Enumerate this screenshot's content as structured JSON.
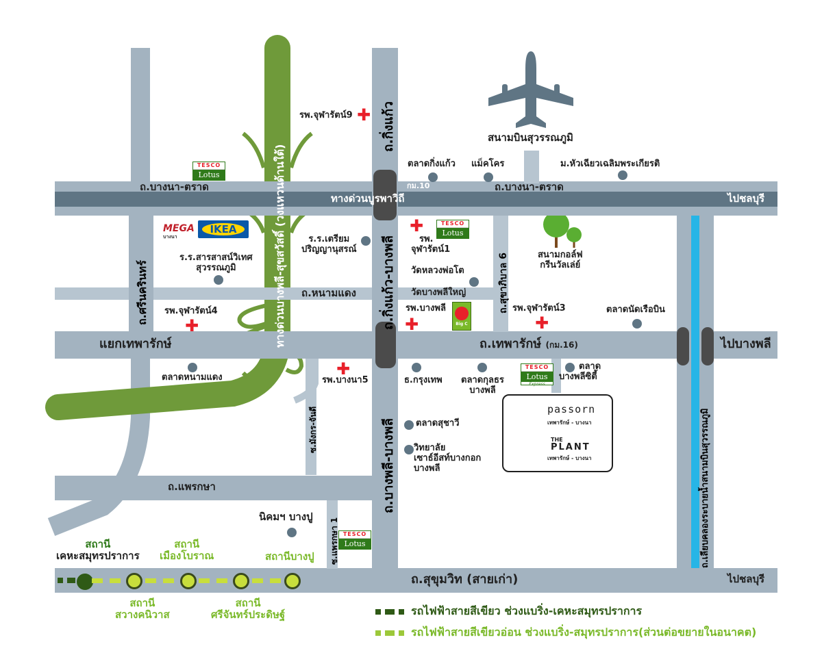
{
  "roads": {
    "bangna_trad_left": "ถ.บางนา-ตราด",
    "bangna_trad_right": "ถ.บางนา-ตราด",
    "burapha_withi": "ทางด่วนบูรพาวิถี",
    "to_chonburi_top": "ไปชลบุรี",
    "km10": "กม.10",
    "nam_daeng": "ถ.หนามแดง",
    "theparak": "ถ.เทพารักษ์",
    "theparak_km": "(กม.16)",
    "theparak_junction": "แยกเทพารักษ์",
    "to_bang_phli": "ไปบางพลี",
    "phraek_sa": "ถ.แพรกษา",
    "sukhumvit": "ถ.สุขุมวิท (สายเก่า)",
    "to_chonburi_bottom": "ไปชลบุรี",
    "king_kaeo": "ถ.กิ่งแก้ว",
    "king_kaeo_bang_phli": "ถ.กิ่งแก้ว-บางพลี",
    "bang_phli_bang_phli": "ถ.บางพลี-บางพลี",
    "srinakarin": "ถ.ศรีนครินทร์",
    "expressway_ring": "ทางด่วนบางพลี-สุขสวัสดิ์ (วงแหวนด้านใต้)",
    "sukhapiban6": "ถ.สุขาภิบาล 6",
    "mangkorn_chan": "ซ.มังกร-จันดี",
    "phraek_sa1": "ซ.แพรกษา 1",
    "canal_road": "ถ.เลียบคลองระบายน้ำสนามบินสุวรรณภูมิ"
  },
  "places": {
    "airport": "สนามบินสุวรรณภูมิ",
    "chularat9": "รพ.จุฬารัตน์9",
    "king_kaeo_market": "ตลาดกิ่งแก้ว",
    "makro": "แม็คโคร",
    "huachiew_univ": "ม.หัวเฉียวเฉลิมพระเกียรติ",
    "mega": "MEGA",
    "mega_sub": "บางนา",
    "ikea": "IKEA",
    "triam_school_1": "ร.ร.เตรียม",
    "triam_school_2": "ปริญญานุสรณ์",
    "chularat1_1": "รพ.",
    "chularat1_2": "จุฬารัตน์1",
    "golf_1": "สนามกอล์ฟ",
    "golf_2": "กรีนวัลเล่ย์",
    "sarasas_1": "ร.ร.สารสาสน์วิเทศ",
    "sarasas_2": "สุวรรณภูมิ",
    "wat_luang_pho_to": "วัดหลวงพ่อโต",
    "wat_bang_phli_yai": "วัดบางพลีใหญ่",
    "chularat4": "รพ.จุฬารัตน์4",
    "bang_phli_hosp": "รพ.บางพลี",
    "chularat3": "รพ.จุฬารัตน์3",
    "nat_ruea_bin_market": "ตลาดนัดเรือบิน",
    "nam_daeng_market": "ตลาดหนามแดง",
    "bangna5": "รพ.บางนา5",
    "krungthep_bank": "ธ.กรุงเทพ",
    "kunthon_market_1": "ตลาดกุลธร",
    "kunthon_market_2": "บางพลี",
    "bang_phli_city_1": "ตลาด",
    "bang_phli_city_2": "บางพลีซิตี้",
    "suchawi_market": "ตลาดสุชาวี",
    "college_1": "วิทยาลัย",
    "college_2": "เซาธ์อีสท์บางกอก",
    "college_3": "บางพลี",
    "nikhom_bang_pu": "นิคมฯ บางปู",
    "tesco_top": "TESCO",
    "tesco_bottom": "Lotus",
    "express": "Express",
    "bigc": "Big C"
  },
  "project": {
    "passorn": "passorn",
    "passorn_sub": "เทพารักษ์ - บางนา",
    "the": "THE",
    "plant": "PLANT",
    "plant_sub": "เทพารักษ์ - บางนา"
  },
  "stations": {
    "kheha_1": "สถานี",
    "kheha_2": "เคหะสมุทรปราการ",
    "mueang_boran_1": "สถานี",
    "mueang_boran_2": "เมืองโบราณ",
    "bang_pu": "สถานีบางปู",
    "sawang_1": "สถานี",
    "sawang_2": "สวางคนิวาส",
    "sri_1": "สถานี",
    "sri_2": "ศรีจันทร์ประดิษฐ์"
  },
  "legend": {
    "dark_green": "รถไฟฟ้าสายสีเขียว ช่วงแบริ่ง-เคหะสมุทรปราการ",
    "light_green": "รถไฟฟ้าสายสีเขียวอ่อน ช่วงแบริ่ง-สมุทรปราการ(ส่วนต่อขยายในอนาคต)"
  },
  "colors": {
    "road": "#a3b3c0",
    "expressway": "#5f7584",
    "ring_expressway": "#6f9a3a",
    "canal": "#27b5e6",
    "hospital": "#e8202a",
    "dark_green_line": "#2f5a16",
    "light_green_line": "#c8de3c"
  },
  "icons": [
    "airplane-icon",
    "hospital-cross-icon",
    "poi-dot-icon",
    "tree-icon",
    "passorn-logo-icon",
    "tunnel-icon"
  ]
}
